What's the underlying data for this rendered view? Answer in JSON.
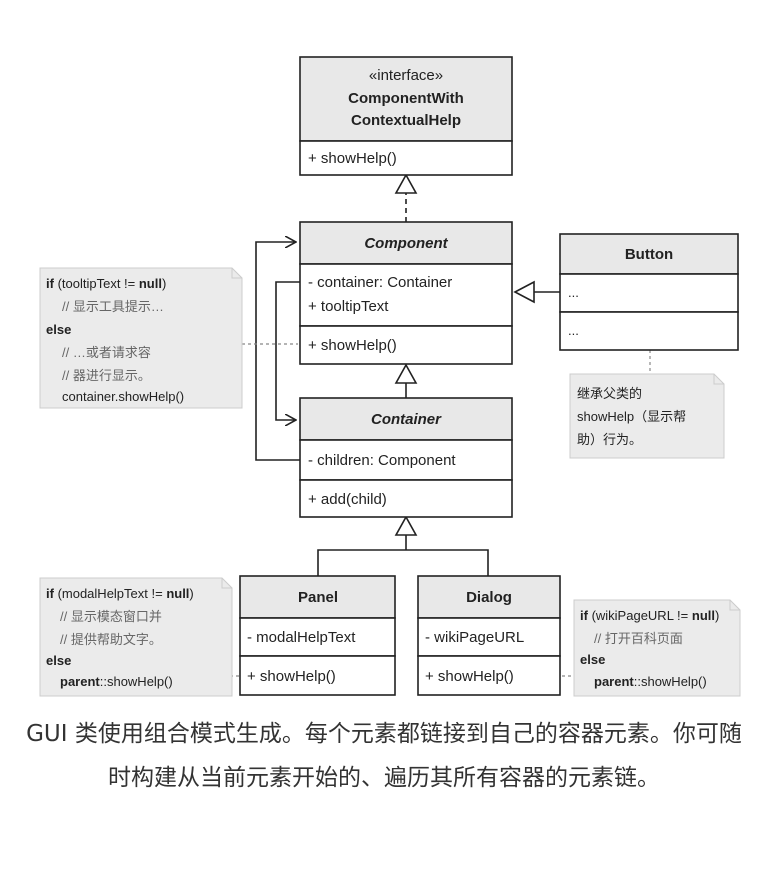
{
  "classes": {
    "interface": {
      "stereotype": "«interface»",
      "name_line1": "ComponentWith",
      "name_line2": "ContextualHelp",
      "method": "+ showHelp()"
    },
    "component": {
      "name": "Component",
      "field1": "- container: Container",
      "field2": "+ tooltipText",
      "method": "+ showHelp()"
    },
    "button": {
      "name": "Button",
      "fields": "...",
      "methods": "..."
    },
    "container": {
      "name": "Container",
      "field": "- children: Component",
      "method": "+ add(child)"
    },
    "panel": {
      "name": "Panel",
      "field": "- modalHelpText",
      "method": "+ showHelp()"
    },
    "dialog": {
      "name": "Dialog",
      "field": "- wikiPageURL",
      "method": "+ showHelp()"
    }
  },
  "notes": {
    "component_note": {
      "l1_kw": "if",
      "l1_a": " (tooltipText != ",
      "l1_null": "null",
      "l1_b": ")",
      "l2": "// 显示工具提示…",
      "l3_kw": "else",
      "l4": "// …或者请求容",
      "l5": "// 器进行显示。",
      "l6": "container.showHelp()"
    },
    "button_note": {
      "l1": "继承父类的",
      "l2": "showHelp（显示帮",
      "l3": "助）行为。"
    },
    "panel_note": {
      "l1_kw": "if",
      "l1_a": " (modalHelpText != ",
      "l1_null": "null",
      "l1_b": ")",
      "l2": "// 显示模态窗口并",
      "l3": "// 提供帮助文字。",
      "l4_kw": "else",
      "l5_kw": "parent",
      "l5_b": "::showHelp()"
    },
    "dialog_note": {
      "l1_kw": "if",
      "l1_a": " (wikiPageURL != ",
      "l1_null": "null",
      "l1_b": ")",
      "l2": "// 打开百科页面",
      "l3_kw": "else",
      "l4_kw": "parent",
      "l4_b": "::showHelp()"
    }
  },
  "caption": "GUI 类使用组合模式生成。每个元素都链接到自己的容器元素。你可随时构建从当前元素开始的、遍历其所有容器的元素链。",
  "colors": {
    "box_header": "#e8e8e8",
    "box_body": "#ffffff",
    "note_fill": "#ebebeb",
    "stroke": "#222222"
  }
}
